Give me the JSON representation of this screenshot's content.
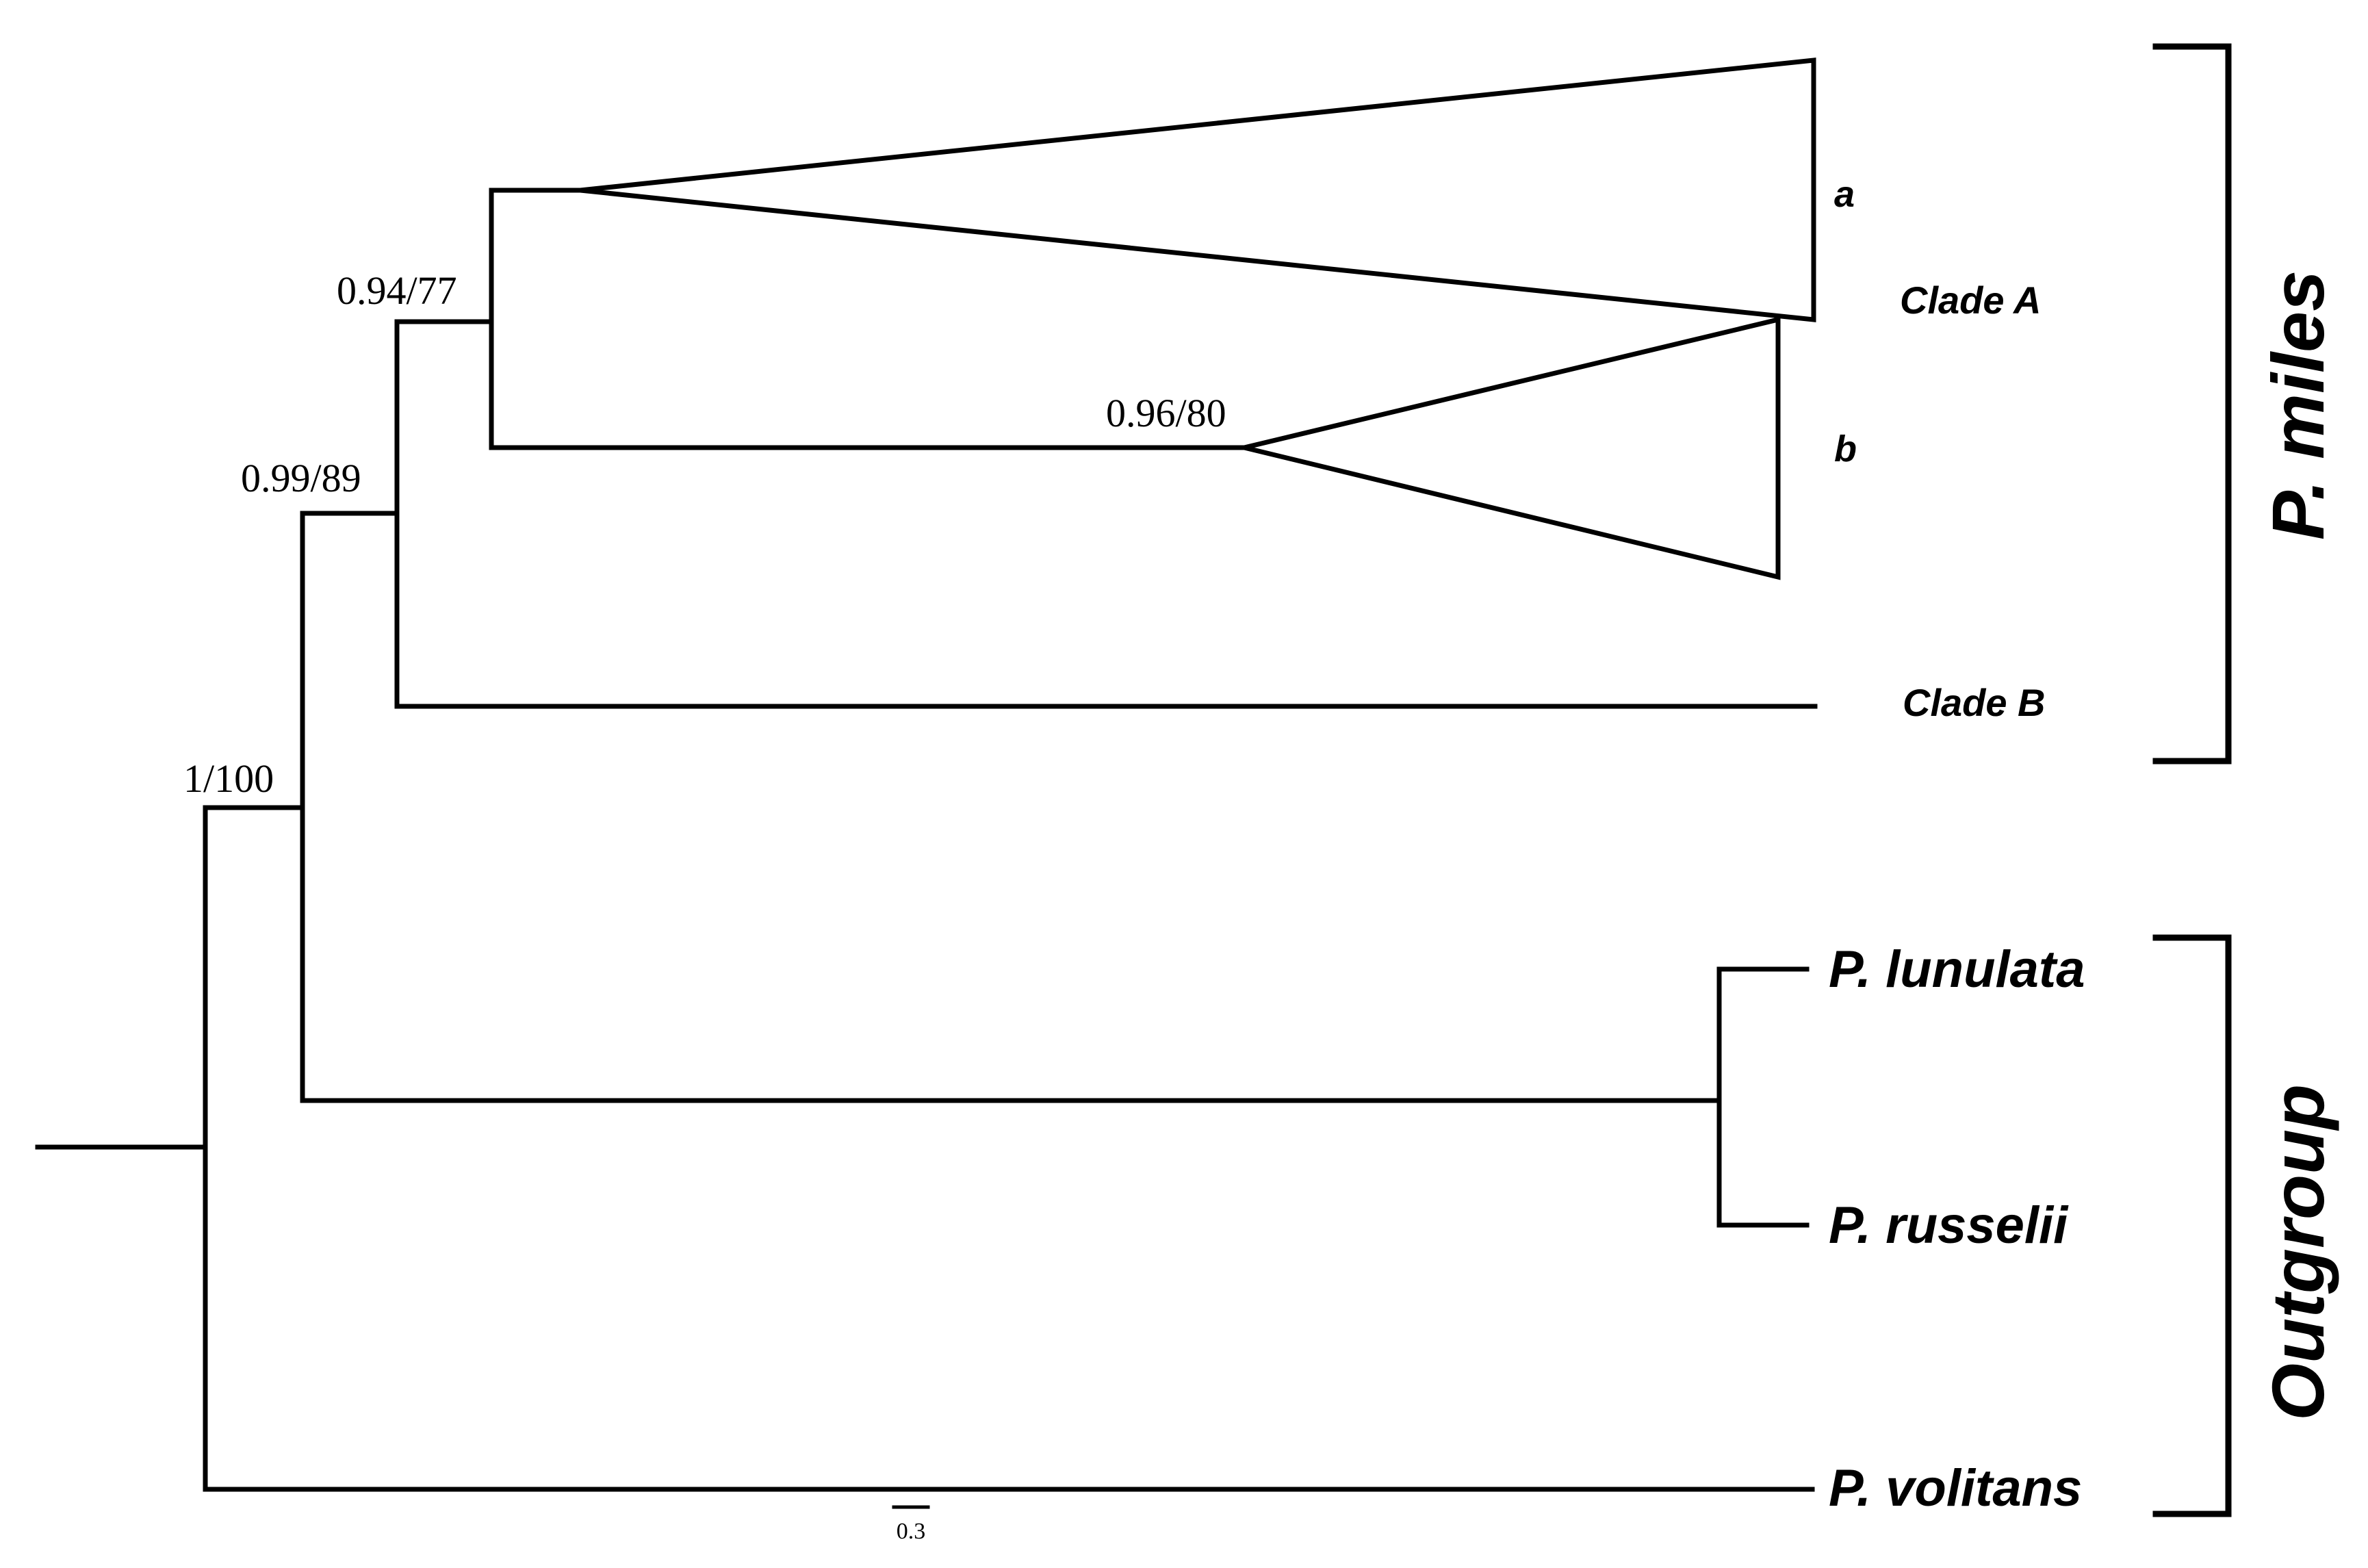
{
  "support_values": {
    "root_node": "1/100",
    "ingroup_node": "0.99/89",
    "clade_ab_node": "0.94/77",
    "subclade_b_node": "0.96/80"
  },
  "subclades": {
    "a": "a",
    "b": "b"
  },
  "tips": {
    "clade_a": "Clade A",
    "clade_b": "Clade B",
    "lunulata": "P. lunulata",
    "russelii": "P. russelii",
    "volitans": "P. volitans"
  },
  "groups": {
    "ingroup": "P. miles",
    "outgroup": "Outgroup"
  },
  "scale_bar": {
    "value": "0.3"
  }
}
